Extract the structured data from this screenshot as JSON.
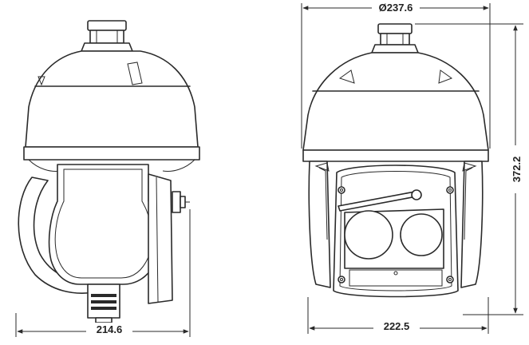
{
  "views": {
    "side": {
      "width_label": "214.6"
    },
    "front": {
      "diameter_label": "Ø237.6",
      "width_label": "222.5",
      "height_label": "372.2"
    }
  },
  "colors": {
    "line": "#2a2a2a",
    "background": "#ffffff"
  }
}
